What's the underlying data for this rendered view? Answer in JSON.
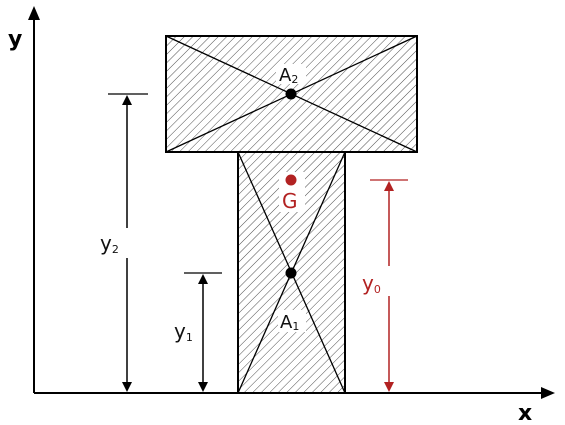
{
  "axes": {
    "x_label": "x",
    "y_label": "y"
  },
  "upper_rect": {
    "area_label": "A",
    "area_sub": "2"
  },
  "lower_rect": {
    "area_label": "A",
    "area_sub": "1"
  },
  "centroid": {
    "label": "G",
    "color": "#b22222"
  },
  "dimensions": {
    "y2": {
      "label": "y",
      "sub": "2"
    },
    "y1": {
      "label": "y",
      "sub": "1"
    },
    "y0": {
      "label": "y",
      "sub": "0",
      "color": "#b22222"
    }
  }
}
